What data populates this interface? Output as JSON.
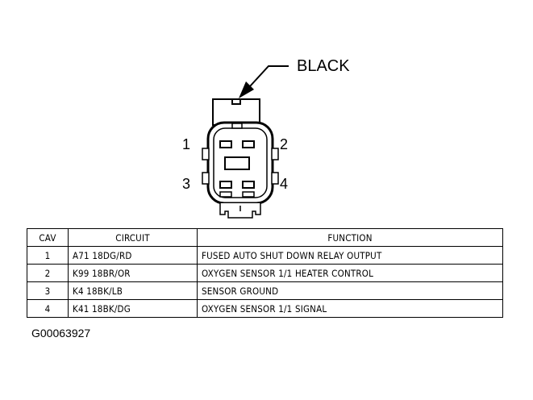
{
  "connector": {
    "color_label": "BLACK",
    "pin_labels": [
      "1",
      "2",
      "3",
      "4"
    ]
  },
  "table": {
    "headers": {
      "cav": "CAV",
      "circuit": "CIRCUIT",
      "function": "FUNCTION"
    },
    "rows": [
      {
        "cav": "1",
        "circuit": "A71 18DG/RD",
        "function": "FUSED AUTO SHUT DOWN RELAY OUTPUT"
      },
      {
        "cav": "2",
        "circuit": "K99 18BR/OR",
        "function": "OXYGEN SENSOR 1/1 HEATER CONTROL"
      },
      {
        "cav": "3",
        "circuit": "K4 18BK/LB",
        "function": "SENSOR GROUND"
      },
      {
        "cav": "4",
        "circuit": "K41 18BK/DG",
        "function": "OXYGEN SENSOR 1/1 SIGNAL"
      }
    ]
  },
  "figure_id": "G00063927"
}
